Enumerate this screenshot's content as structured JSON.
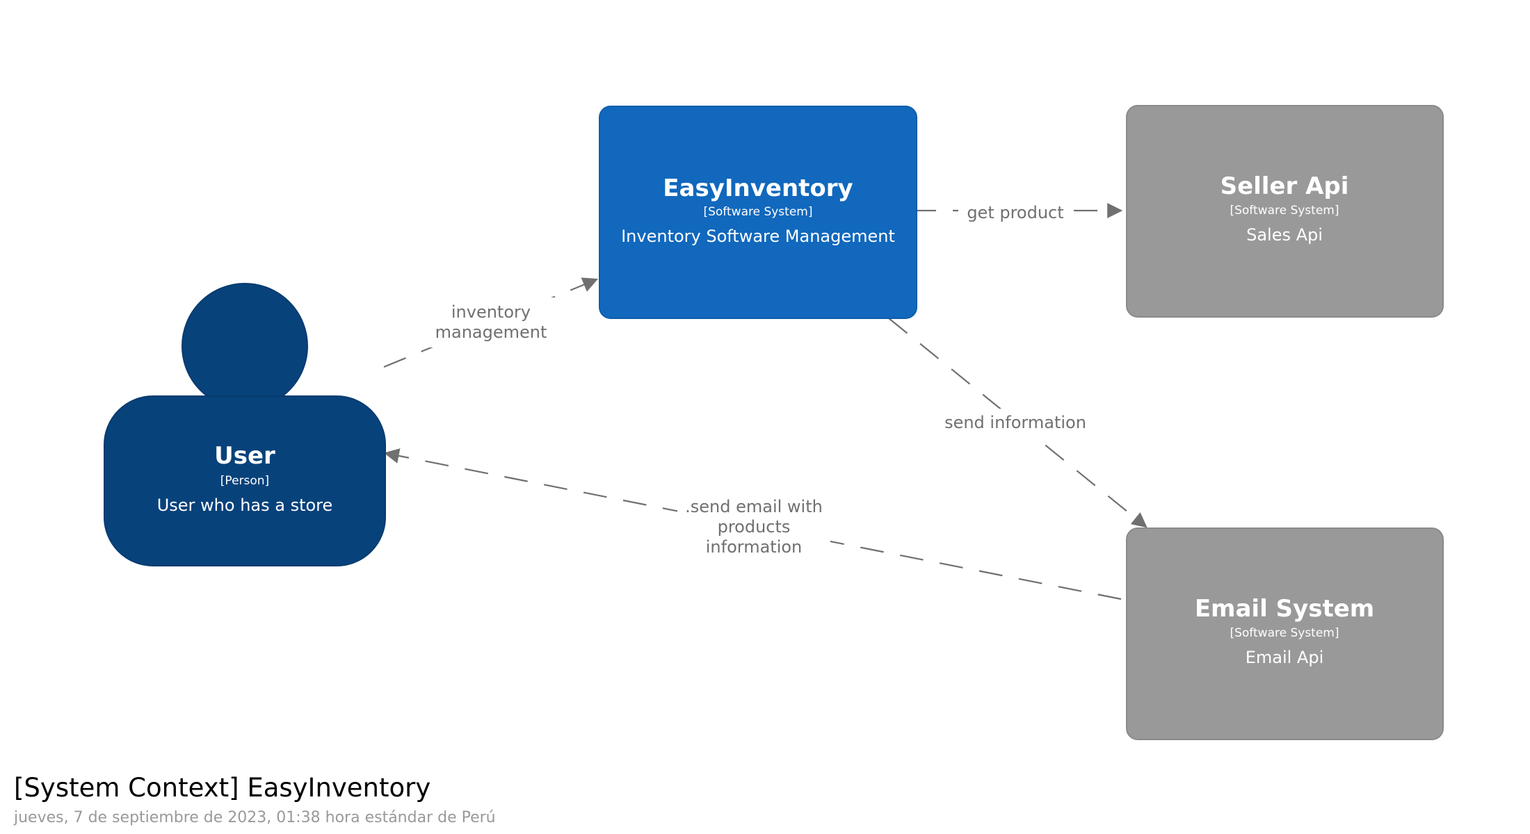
{
  "colors": {
    "person": "#08427B",
    "system": "#1168BD",
    "external": "#999999",
    "edge": "#707070",
    "node_text": "#ffffff"
  },
  "nodes": {
    "user": {
      "title": "User",
      "type": "[Person]",
      "description": "User who has a store"
    },
    "easyinventory": {
      "title": "EasyInventory",
      "type": "[Software System]",
      "description": "Inventory Software Management"
    },
    "seller_api": {
      "title": "Seller Api",
      "type": "[Software System]",
      "description": "Sales Api"
    },
    "email_system": {
      "title": "Email System",
      "type": "[Software System]",
      "description": "Email Api"
    }
  },
  "edges": {
    "inventory_management": {
      "line1": "inventory",
      "line2": "management"
    },
    "get_product": {
      "label": "get product"
    },
    "send_information": {
      "label": "send information"
    },
    "send_email": {
      "line1": ".send email with",
      "line2": "products",
      "line3": "information"
    }
  },
  "footer": {
    "title": "[System Context] EasyInventory",
    "date": "jueves, 7 de septiembre de 2023, 01:38 hora estándar de Perú"
  }
}
